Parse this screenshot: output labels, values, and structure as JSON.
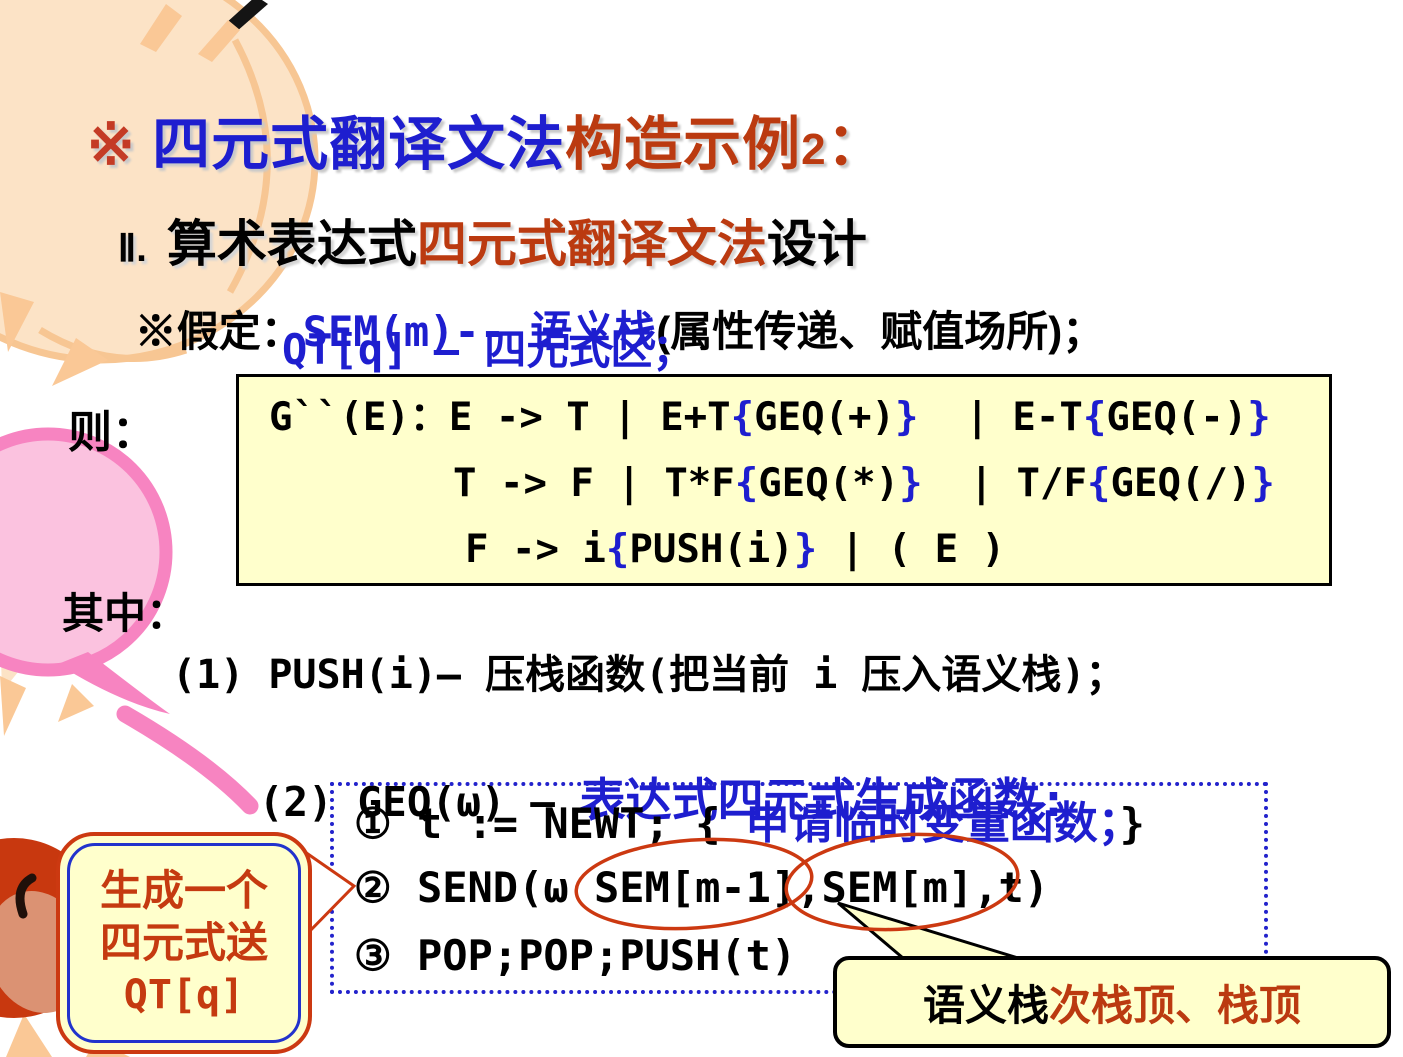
{
  "colors": {
    "text_blue": "#1E1ECF",
    "text_red_brown": "#BB3A10",
    "bullet_red": "#C43B25",
    "annotation_red": "#CC3911",
    "panel_yellow": "#FFFFCC",
    "dotted_border_blue": "#2323CC"
  },
  "title": {
    "bullet": "※",
    "blue": "四元式翻译文法",
    "red": "构造示例",
    "num": "2",
    "colon": "："
  },
  "subtitle": {
    "index": "Ⅱ.",
    "black1": "算术表达式",
    "red": "四元式翻译文法",
    "black2": "设计"
  },
  "assumption": {
    "label": "※假定：",
    "code": "SEM(m)-- ",
    "blue_cn": "语义栈",
    "black": "(属性传递、赋值场所)；",
    "line2": "QT[q] – 四元式区；"
  },
  "then_label": "则：",
  "grammar_box": {
    "line1": [
      "G``(E)：E -> T | E+T",
      "{",
      "GEQ(+)",
      "}",
      "  | E-T",
      "{",
      "GEQ(-)",
      "}"
    ],
    "line2": [
      "T -> F | T*F",
      "{",
      "GEQ(*)",
      "}",
      "  | T/F",
      "{",
      "GEQ(/)",
      "}"
    ],
    "line3": [
      "F -> i",
      "{",
      "PUSH(i)",
      "}",
      " | ( E )"
    ]
  },
  "where_label": "其中：",
  "items": {
    "item1": "(1) PUSH(i)– 压栈函数(把当前 i 压入语义栈)；",
    "item2_black": "(2) GEQ(ω) – ",
    "item2_blue": "表达式四元式生成函数:"
  },
  "steps": {
    "s1_black1": "① t := NEWT; { ",
    "s1_blue": "申请临时变量函数；",
    "s1_black2": "}",
    "s2": "② SEND(ω SEM[m-1],SEM[m],t)",
    "s3": "③ POP;POP;PUSH(t)"
  },
  "callout_left": {
    "line1": "生成一个",
    "line2": "四元式送",
    "line3": "QT[q]"
  },
  "callout_right": {
    "black": "语义栈",
    "red": "次栈顶、栈顶"
  }
}
